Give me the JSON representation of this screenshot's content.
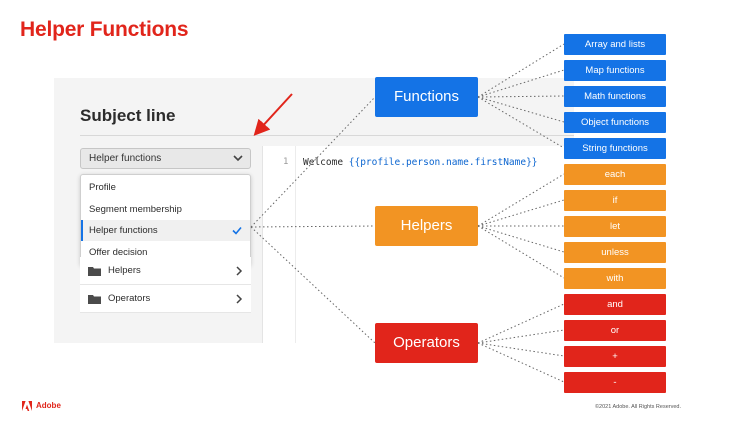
{
  "slide": {
    "title": "Helper Functions"
  },
  "editor": {
    "heading": "Subject line",
    "line_number": "1",
    "code_text": "Welcome ",
    "code_expression": "{{profile.person.name.firstName}}"
  },
  "select": {
    "value": "Helper functions",
    "icon": "chevron-down-icon"
  },
  "dropdown": {
    "options": [
      {
        "label": "Profile"
      },
      {
        "label": "Segment membership"
      },
      {
        "label": "Helper functions",
        "selected": true
      },
      {
        "label": "Offer decision"
      }
    ]
  },
  "list": [
    {
      "label": "Helpers",
      "icon": "folder-icon"
    },
    {
      "label": "Operators",
      "icon": "folder-icon"
    }
  ],
  "diagram": {
    "functions": {
      "label": "Functions",
      "color": "#1473e6",
      "items": [
        "Array and lists",
        "Map functions",
        "Math functions",
        "Object functions",
        "String functions"
      ]
    },
    "helpers": {
      "label": "Helpers",
      "color": "#f29423",
      "items": [
        "each",
        "if",
        "let",
        "unless",
        "with"
      ]
    },
    "operators": {
      "label": "Operators",
      "color": "#e1251b",
      "items": [
        "and",
        "or",
        "+",
        "-"
      ]
    }
  },
  "footer": {
    "brand": "Adobe",
    "copyright": "©2021 Adobe. All Rights Reserved."
  },
  "colors": {
    "accent_red": "#e1251b",
    "blue": "#1473e6",
    "orange": "#f29423"
  }
}
